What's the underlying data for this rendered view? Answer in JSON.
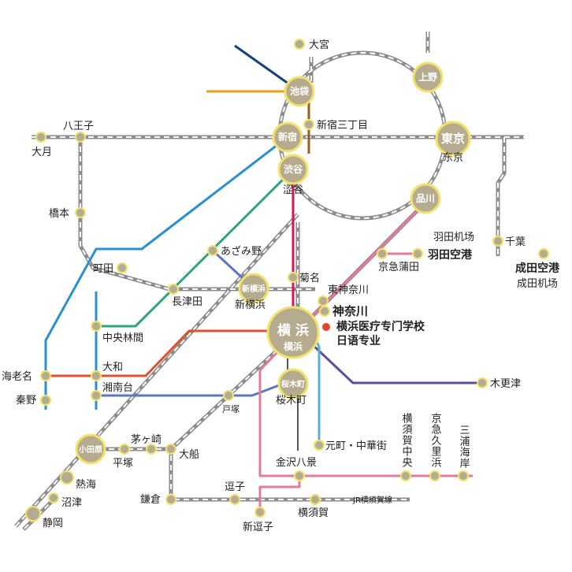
{
  "colors": {
    "jr_track": "#8c8c8c",
    "station_dot": "#b3ab94",
    "station_ring": "#f2e26a",
    "hub_fill": "#b5ab8e",
    "accent_dot": "#e8402a",
    "line_navy": "#123f8c",
    "line_orange": "#f19a13",
    "line_brown": "#9a5b1f",
    "line_crimson": "#d7155a",
    "line_green": "#2fa57d",
    "line_blue": "#2c8fcf",
    "line_red": "#e0502c",
    "line_slate": "#5c76c2",
    "line_purple": "#5e4c9c",
    "line_sky": "#5aaedc",
    "line_pink": "#e57a99"
  },
  "hubs": {
    "ikebukuro": "池袋",
    "ueno": "上野",
    "shinjuku": "新宿",
    "tokyo": "東京",
    "shibuya": "渋谷",
    "shinagawa": "品川",
    "shinyokohama": "新横浜",
    "yokohama": "横 浜",
    "yokohama_sub": "横浜",
    "sakuragicho": "桜木町",
    "odawara": "小田原"
  },
  "labels": {
    "omiya": "大宮",
    "shinjuku_sanchome": "新宿三丁目",
    "hachioji": "八王子",
    "otsuki": "大月",
    "tokyo_cn": "东京",
    "shibuya_cn": "涩谷",
    "hashimoto": "橋本",
    "haneda_cn": "羽田机场",
    "haneda": "羽田空港",
    "chiba": "千葉",
    "narita": "成田空港",
    "narita_cn": "成田机场",
    "azamino": "あざみ野",
    "keikyu_kamata": "京急蒲田",
    "machida": "町田",
    "nagatsuta": "長津田",
    "shinyokohama_label": "新横浜",
    "kikuna": "菊名",
    "higashikanagawa": "東神奈川",
    "kanagawa": "神奈川",
    "school_name": "横浜医疗专门学校",
    "school_sub": "日语专业",
    "chuo_rinkan": "中央林間",
    "ebina": "海老名",
    "yamato": "大和",
    "shonandai": "湘南台",
    "hadano": "秦野",
    "sakuragicho_label": "桜木町",
    "kisarazu": "木更津",
    "totsuka": "戸塚",
    "motomachi": "元町・中華街",
    "yokosuka_chuo": "横須賀中央",
    "keikyu_kurihama": "京急久里浜",
    "misakiguchi": "三浦海岸",
    "chigasaki": "茅ヶ崎",
    "hiratsuka": "平塚",
    "ofuna": "大船",
    "kanazawa_hakkei": "金沢八景",
    "atami": "熱海",
    "numazu": "沼津",
    "shizuoka": "静岡",
    "kamakura": "鎌倉",
    "zushi": "逗子",
    "jr_yokosuka_line": "JR横須賀線",
    "yokosuka": "横須賀",
    "shinzushi": "新逗子"
  }
}
